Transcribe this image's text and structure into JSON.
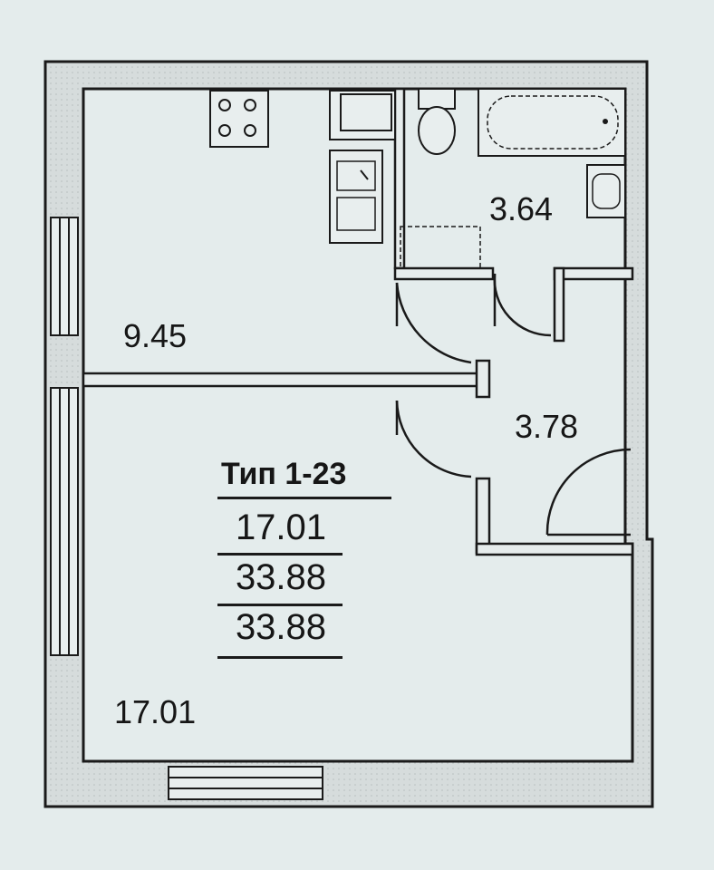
{
  "plan": {
    "type_label": "Тип 1-23",
    "summary_values": [
      "17.01",
      "33.88",
      "33.88"
    ],
    "rooms": {
      "kitchen": "9.45",
      "bathroom": "3.64",
      "hallway": "3.78",
      "living_room": "17.01"
    }
  },
  "colors": {
    "background": "#e4ecec",
    "wall_fill": "#d2d8d8",
    "line": "#1a1a1a"
  }
}
